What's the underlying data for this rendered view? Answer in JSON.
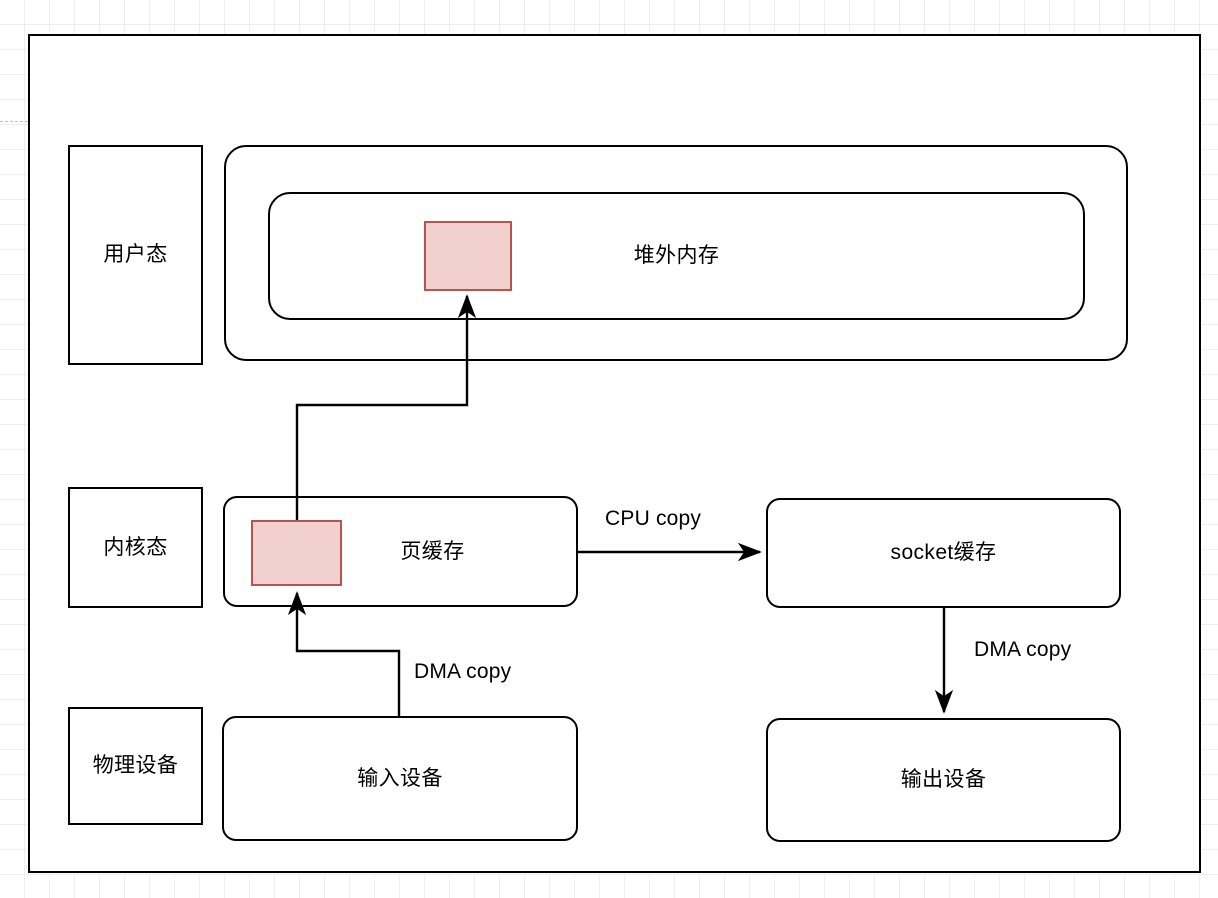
{
  "diagram": {
    "title": "traditional-io-copy-flow",
    "colors": {
      "stroke": "#000000",
      "fill": "#ffffff",
      "highlight_fill": "#f2d0ce",
      "highlight_stroke": "#b85450",
      "grid": "#eeeeee"
    },
    "lanes": [
      {
        "id": "user-mode",
        "label": "用户态"
      },
      {
        "id": "kernel-mode",
        "label": "内核态"
      },
      {
        "id": "physical-device",
        "label": "物理设备"
      }
    ],
    "nodes": {
      "user_outer": {
        "label": ""
      },
      "offheap": {
        "label": "堆外内存"
      },
      "offheap_buffer": {
        "label": ""
      },
      "page_cache": {
        "label": "页缓存"
      },
      "page_cache_buffer": {
        "label": ""
      },
      "socket_buffer": {
        "label": "socket缓存"
      },
      "input_device": {
        "label": "输入设备"
      },
      "output_device": {
        "label": "输出设备"
      }
    },
    "edges": [
      {
        "id": "page-cache-to-offheap",
        "label": "",
        "from": "页缓存",
        "to": "堆外内存"
      },
      {
        "id": "page-cache-to-socket",
        "label": "CPU copy",
        "from": "页缓存",
        "to": "socket缓存"
      },
      {
        "id": "input-to-page-cache",
        "label": "DMA copy",
        "from": "输入设备",
        "to": "页缓存"
      },
      {
        "id": "socket-to-output",
        "label": "DMA copy",
        "from": "socket缓存",
        "to": "输出设备"
      }
    ]
  }
}
